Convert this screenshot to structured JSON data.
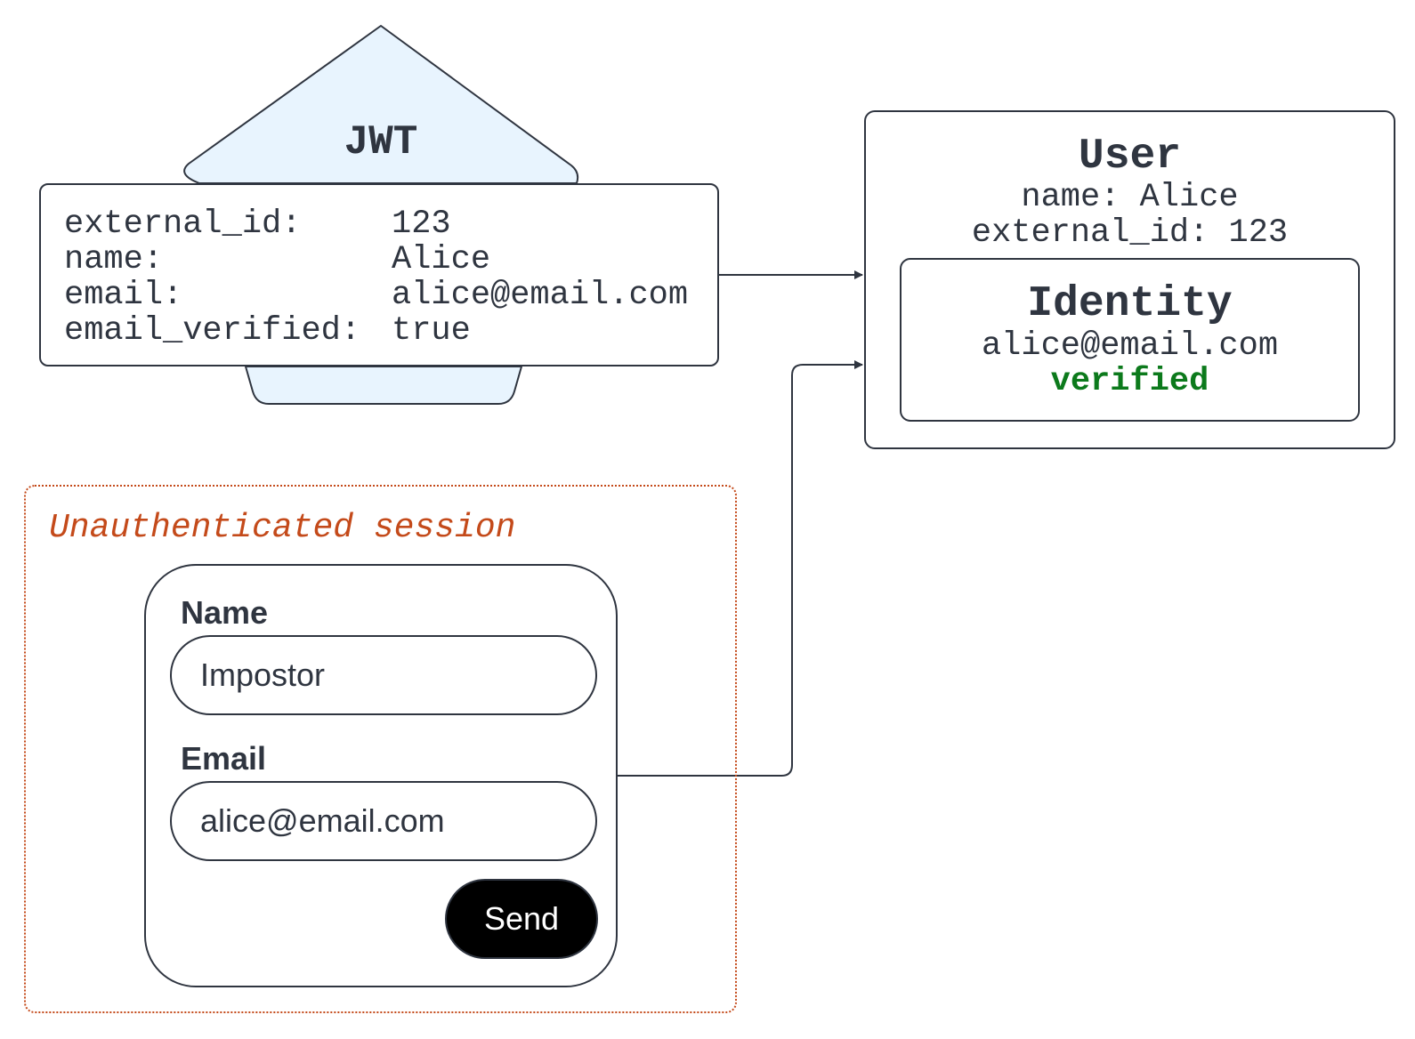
{
  "jwt": {
    "title": "JWT",
    "claims": [
      {
        "key": "external_id:",
        "value": "123"
      },
      {
        "key": "name:",
        "value": "Alice"
      },
      {
        "key": "email:",
        "value": "alice@email.com"
      },
      {
        "key": "email_verified:",
        "value": "true"
      }
    ]
  },
  "user": {
    "title": "User",
    "name_line": "name: Alice",
    "external_id_line": "external_id: 123",
    "identity": {
      "title": "Identity",
      "email": "alice@email.com",
      "status": "verified"
    }
  },
  "session": {
    "label": "Unauthenticated session",
    "form": {
      "name_label": "Name",
      "name_value": "Impostor",
      "email_label": "Email",
      "email_value": "alice@email.com",
      "send_label": "Send"
    }
  },
  "colors": {
    "stroke": "#2f3540",
    "jwt_fill": "#e8f4fe",
    "session_accent": "#c44a1a",
    "verified": "#0c7a1c"
  }
}
